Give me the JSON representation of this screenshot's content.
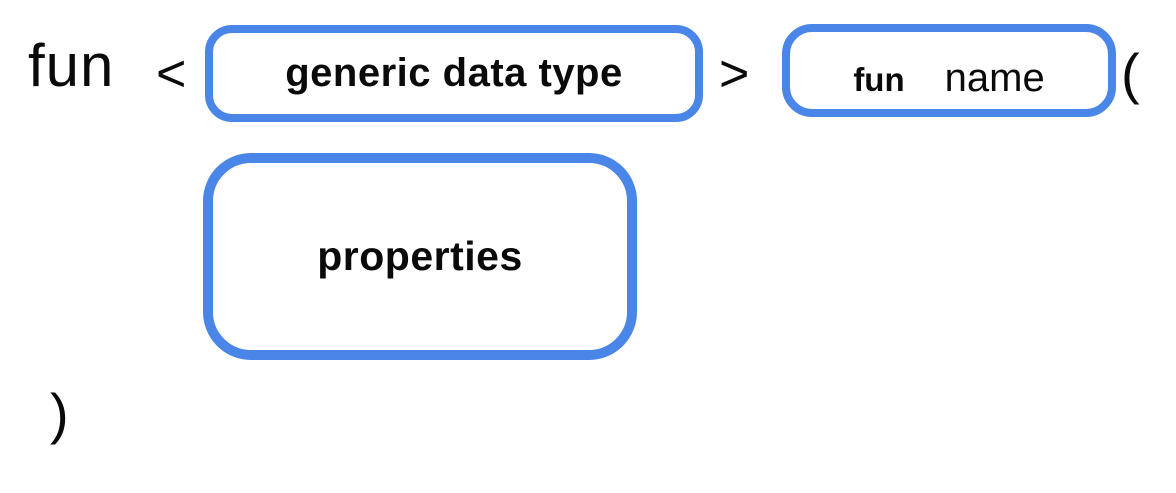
{
  "diagram": {
    "tokens": {
      "fun_keyword": "fun",
      "angle_open": "<",
      "angle_close": ">",
      "paren_open": "(",
      "paren_close": ")"
    },
    "boxes": {
      "generic_data_type": {
        "label": "generic data type"
      },
      "function_name": {
        "keyword": "fun",
        "label": "name"
      },
      "properties": {
        "label": "properties"
      }
    },
    "colors": {
      "box_border": "#4A86E8",
      "text": "#0A0A0A",
      "background": "#FFFFFF"
    }
  }
}
